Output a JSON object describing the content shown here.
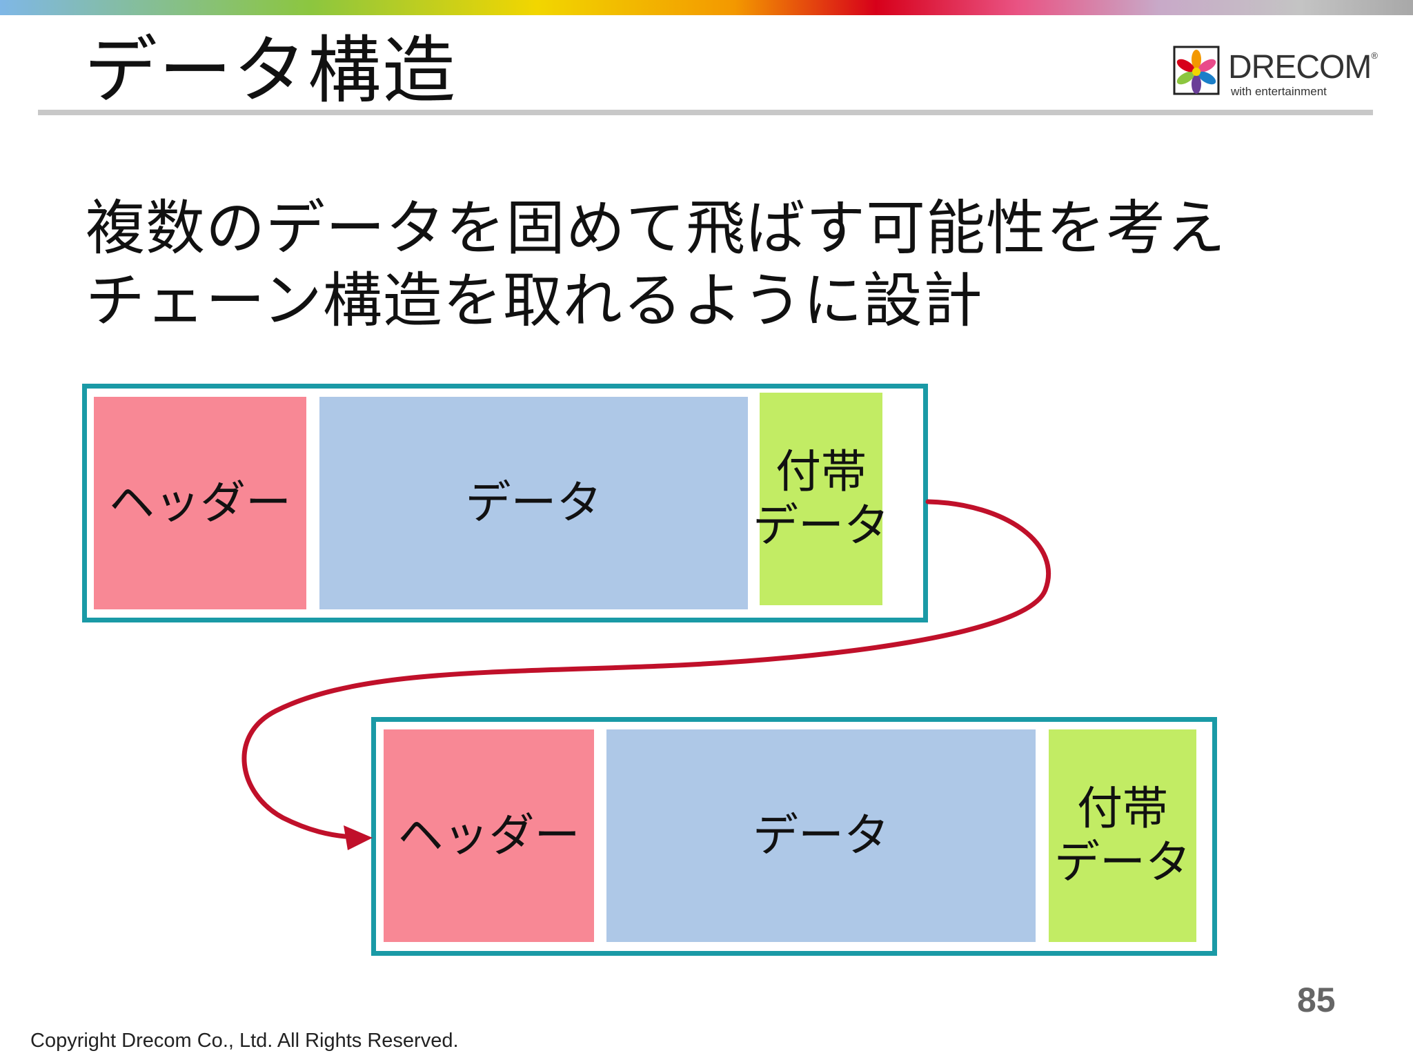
{
  "slide": {
    "title": "データ構造",
    "body_lines": [
      "複数のデータを固めて飛ばす可能性を考え",
      "チェーン構造を取れるように設計"
    ],
    "page_number": "85",
    "copyright": "Copyright Drecom Co., Ltd. All Rights Reserved."
  },
  "logo": {
    "wordmark": "DRECOM",
    "registered": "®",
    "tagline": "with entertainment"
  },
  "diagram": {
    "records": [
      {
        "segments": {
          "header": "ヘッダー",
          "data": "データ",
          "extra_line1": "付帯",
          "extra_line2": "データ"
        }
      },
      {
        "segments": {
          "header": "ヘッダー",
          "data": "データ",
          "extra_line1": "付帯",
          "extra_line2": "データ"
        }
      }
    ]
  },
  "colors": {
    "header_segment": "#f88895",
    "data_segment": "#aec8e7",
    "extra_segment": "#c2ec64",
    "record_border": "#1a9aa6",
    "connector_arrow": "#c0102a",
    "title_rule": "#c8c8c8"
  }
}
